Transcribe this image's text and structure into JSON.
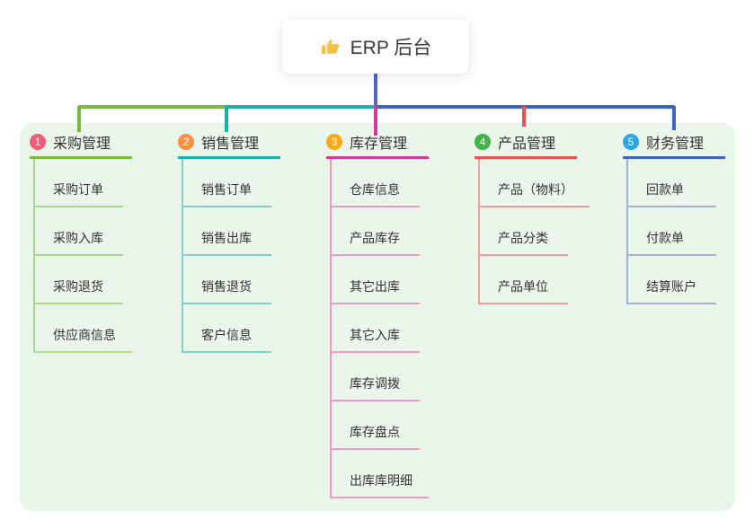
{
  "canvas": {
    "page_bg": "#ffffff",
    "panel_bg": "#ebf6eb",
    "text_color": "#333333"
  },
  "root": {
    "label": "ERP 后台",
    "icon": "thumbs-up-icon",
    "icon_color": "#f6c142",
    "line_color": "#5166cb"
  },
  "branches": [
    {
      "num": "1",
      "label": "采购管理",
      "badge_color": "#ee5c77",
      "line_color": "#7cb93e",
      "leaf_line_color": "#a9d78d",
      "items": [
        "采购订单",
        "采购入库",
        "采购退货",
        "供应商信息"
      ]
    },
    {
      "num": "2",
      "label": "销售管理",
      "badge_color": "#f8903f",
      "line_color": "#17b3a9",
      "leaf_line_color": "#80d1c9",
      "items": [
        "销售订单",
        "销售出库",
        "销售退货",
        "客户信息"
      ]
    },
    {
      "num": "3",
      "label": "库存管理",
      "badge_color": "#fba919",
      "line_color": "#d53a96",
      "leaf_line_color": "#f19bca",
      "items": [
        "仓库信息",
        "产品库存",
        "其它出库",
        "其它入库",
        "库存调拨",
        "库存盘点",
        "出库库明细"
      ]
    },
    {
      "num": "4",
      "label": "产品管理",
      "badge_color": "#3eb44a",
      "line_color": "#ef4f4e",
      "leaf_line_color": "#f59d9b",
      "items": [
        "产品（物料）",
        "产品分类",
        "产品单位"
      ]
    },
    {
      "num": "5",
      "label": "财务管理",
      "badge_color": "#2ca6e3",
      "line_color": "#3d63c9",
      "leaf_line_color": "#9cb0e1",
      "items": [
        "回款单",
        "付款单",
        "结算账户"
      ]
    }
  ]
}
